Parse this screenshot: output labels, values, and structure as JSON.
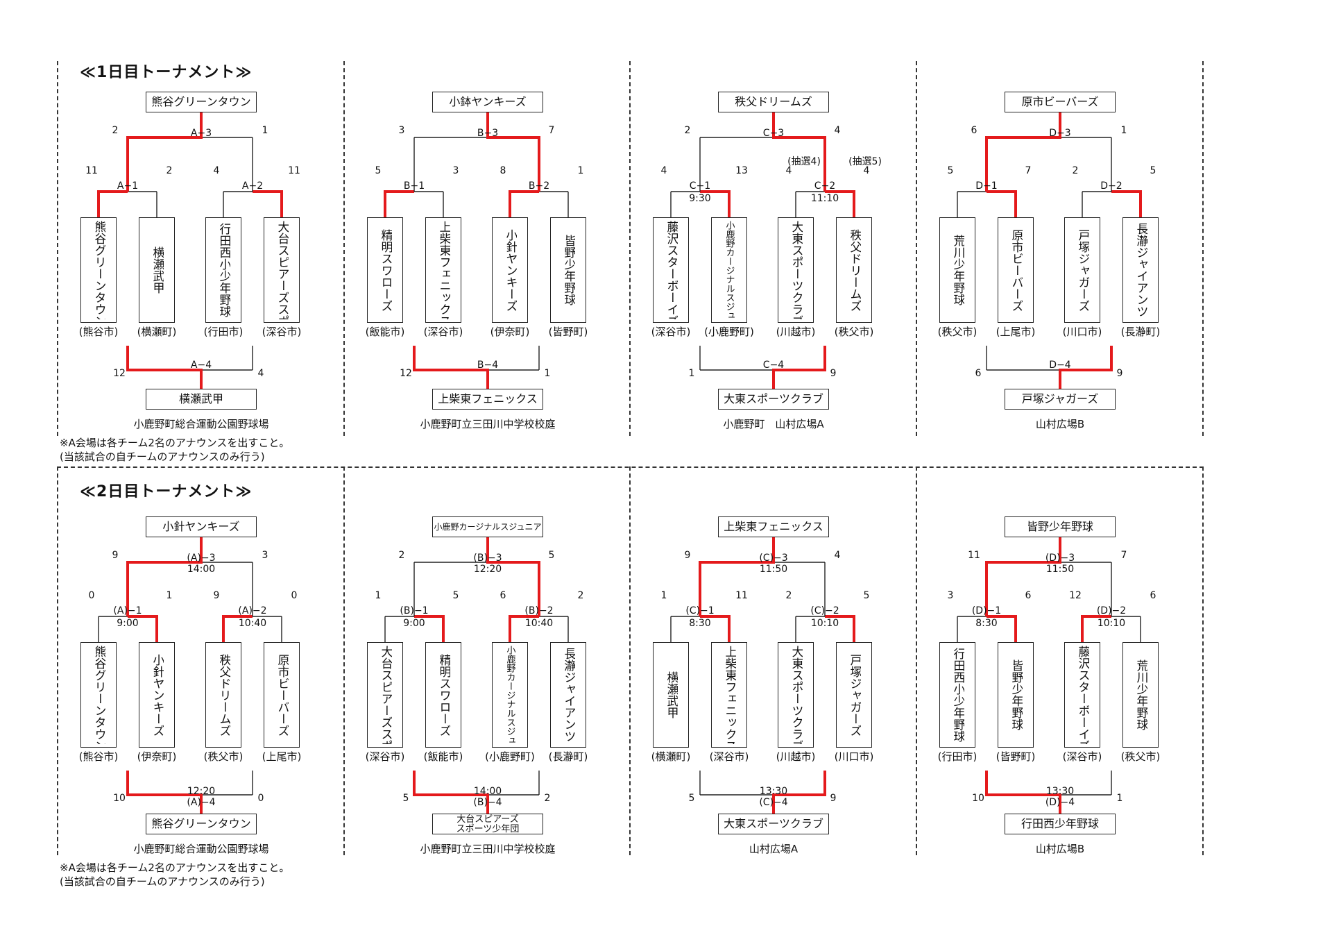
{
  "days": [
    {
      "title": "≪1日目トーナメント≫",
      "note1": "※A会場は各チーム2名のアナウンスを出すこと。",
      "note2": "(当該試合の自チームのアナウンスのみ行う)",
      "panels": [
        {
          "champion": "熊谷グリーンタウン",
          "champ_style": "",
          "venue": "小鹿野町総合運動公園野球場",
          "teams": [
            "熊谷グリーンタウン",
            "横瀬武甲",
            "行田西小少年野球",
            "大台スピアーズスポーツ少年団"
          ],
          "team_small": [
            false,
            false,
            false,
            false
          ],
          "cities": [
            "(熊谷市)",
            "(横瀬町)",
            "(行田市)",
            "(深谷市)"
          ],
          "m1": {
            "label": "A−1",
            "time": "",
            "s": [
              "11",
              "2"
            ],
            "w": 0
          },
          "m2": {
            "label": "A−2",
            "time": "",
            "s": [
              "4",
              "11"
            ],
            "w": 1
          },
          "m3": {
            "label": "A−3",
            "time": "",
            "s": [
              "2",
              "1"
            ],
            "w": 0
          },
          "m4": {
            "label": "A−4",
            "time": "",
            "s": [
              "12",
              "4"
            ],
            "w": 0
          },
          "lottery": [
            "",
            ""
          ],
          "third": "横瀬武甲"
        },
        {
          "champion": "小鉢ヤンキーズ",
          "champ_style": "",
          "venue": "小鹿野町立三田川中学校校庭",
          "teams": [
            "精明スワローズ",
            "上柴東フェニックス",
            "小針ヤンキーズ",
            "皆野少年野球"
          ],
          "team_small": [
            false,
            false,
            false,
            false
          ],
          "cities": [
            "(飯能市)",
            "(深谷市)",
            "(伊奈町)",
            "(皆野町)"
          ],
          "m1": {
            "label": "B−1",
            "time": "",
            "s": [
              "5",
              "3"
            ],
            "w": 0
          },
          "m2": {
            "label": "B−2",
            "time": "",
            "s": [
              "8",
              "1"
            ],
            "w": 0
          },
          "m3": {
            "label": "B−3",
            "time": "",
            "s": [
              "3",
              "7"
            ],
            "w": 1
          },
          "m4": {
            "label": "B−4",
            "time": "",
            "s": [
              "12",
              "1"
            ],
            "w": 0
          },
          "lottery": [
            "",
            ""
          ],
          "third": "上柴東フェニックス"
        },
        {
          "champion": "秩父ドリームズ",
          "champ_style": "",
          "venue": "小鹿野町　山村広場A",
          "teams": [
            "藤沢スターボーイズ",
            "小鹿野カージナルスジュニア",
            "大東スポーツクラブ",
            "秩父ドリームズ"
          ],
          "team_small": [
            false,
            true,
            false,
            false
          ],
          "cities": [
            "(深谷市)",
            "(小鹿野町)",
            "(川越市)",
            "(秩父市)"
          ],
          "m1": {
            "label": "C−1",
            "time": "9:30",
            "s": [
              "4",
              "13"
            ],
            "w": 1
          },
          "m2": {
            "label": "C−2",
            "time": "11:10",
            "s": [
              "4",
              "4"
            ],
            "w": 1
          },
          "m3": {
            "label": "C−3",
            "time": "",
            "s": [
              "2",
              "4"
            ],
            "w": 1
          },
          "m4": {
            "label": "C−4",
            "time": "",
            "s": [
              "1",
              "9"
            ],
            "w": 1
          },
          "lottery": [
            "(抽選4)",
            "(抽選5)"
          ],
          "third": "大東スポーツクラブ"
        },
        {
          "champion": "原市ビーバーズ",
          "champ_style": "",
          "venue": "山村広場B",
          "teams": [
            "荒川少年野球",
            "原市ビーバーズ",
            "戸塚ジャガーズ",
            "長瀞ジャイアンツ"
          ],
          "team_small": [
            false,
            false,
            false,
            false
          ],
          "cities": [
            "(秩父市)",
            "(上尾市)",
            "(川口市)",
            "(長瀞町)"
          ],
          "m1": {
            "label": "D−1",
            "time": "",
            "s": [
              "5",
              "7"
            ],
            "w": 1
          },
          "m2": {
            "label": "D−2",
            "time": "",
            "s": [
              "2",
              "5"
            ],
            "w": 1
          },
          "m3": {
            "label": "D−3",
            "time": "",
            "s": [
              "6",
              "1"
            ],
            "w": 0
          },
          "m4": {
            "label": "D−4",
            "time": "",
            "s": [
              "6",
              "9"
            ],
            "w": 1
          },
          "lottery": [
            "",
            ""
          ],
          "third": "戸塚ジャガーズ"
        }
      ]
    },
    {
      "title": "≪2日目トーナメント≫",
      "note1": "※A会場は各チーム2名のアナウンスを出すこと。",
      "note2": "(当該試合の自チームのアナウンスのみ行う)",
      "panels": [
        {
          "champion": "小針ヤンキーズ",
          "champ_style": "",
          "venue": "小鹿野町総合運動公園野球場",
          "teams": [
            "熊谷グリーンタウン",
            "小針ヤンキーズ",
            "秩父ドリームズ",
            "原市ビーバーズ"
          ],
          "team_small": [
            false,
            false,
            false,
            false
          ],
          "cities": [
            "(熊谷市)",
            "(伊奈町)",
            "(秩父市)",
            "(上尾市)"
          ],
          "m1": {
            "label": "(A)−1",
            "time": "9:00",
            "s": [
              "0",
              "1"
            ],
            "w": 1
          },
          "m2": {
            "label": "(A)−2",
            "time": "10:40",
            "s": [
              "9",
              "0"
            ],
            "w": 0
          },
          "m3": {
            "label": "(A)−3",
            "time": "14:00",
            "s": [
              "9",
              "3"
            ],
            "w": 0
          },
          "m4": {
            "label": "(A)−4",
            "time": "12:20",
            "s": [
              "10",
              "0"
            ],
            "w": 0
          },
          "lottery": [
            "",
            ""
          ],
          "third": "熊谷グリーンタウン"
        },
        {
          "champion": "小鹿野カージナルスジュニア",
          "champ_style": "small",
          "venue": "小鹿野町立三田川中学校校庭",
          "teams": [
            "大台スピアーズスポーツ少年団",
            "精明スワローズ",
            "小鹿野カージナルスジュニア",
            "長瀞ジャイアンツ"
          ],
          "team_small": [
            false,
            false,
            true,
            false
          ],
          "cities": [
            "(深谷市)",
            "(飯能市)",
            "(小鹿野町)",
            "(長瀞町)"
          ],
          "m1": {
            "label": "(B)−1",
            "time": "9:00",
            "s": [
              "1",
              "5"
            ],
            "w": 1
          },
          "m2": {
            "label": "(B)−2",
            "time": "10:40",
            "s": [
              "6",
              "2"
            ],
            "w": 0
          },
          "m3": {
            "label": "(B)−3",
            "time": "12:20",
            "s": [
              "2",
              "5"
            ],
            "w": 1
          },
          "m4": {
            "label": "(B)−4",
            "time": "14:00",
            "s": [
              "5",
              "2"
            ],
            "w": 0
          },
          "lottery": [
            "",
            ""
          ],
          "third": "大台スピアーズ\nスポーツ少年団"
        },
        {
          "champion": "上柴東フェニックス",
          "champ_style": "",
          "venue": "山村広場A",
          "teams": [
            "横瀬武甲",
            "上柴東フェニックス",
            "大東スポーツクラブ",
            "戸塚ジャガーズ"
          ],
          "team_small": [
            false,
            false,
            false,
            false
          ],
          "cities": [
            "(横瀬町)",
            "(深谷市)",
            "(川越市)",
            "(川口市)"
          ],
          "m1": {
            "label": "(C)−1",
            "time": "8:30",
            "s": [
              "1",
              "11"
            ],
            "w": 1
          },
          "m2": {
            "label": "(C)−2",
            "time": "10:10",
            "s": [
              "2",
              "5"
            ],
            "w": 1
          },
          "m3": {
            "label": "(C)−3",
            "time": "11:50",
            "s": [
              "9",
              "4"
            ],
            "w": 0
          },
          "m4": {
            "label": "(C)−4",
            "time": "13:30",
            "s": [
              "5",
              "9"
            ],
            "w": 1
          },
          "lottery": [
            "",
            ""
          ],
          "third": "大東スポーツクラブ"
        },
        {
          "champion": "皆野少年野球",
          "champ_style": "",
          "venue": "山村広場B",
          "teams": [
            "行田西小少年野球",
            "皆野少年野球",
            "藤沢スターボーイズ",
            "荒川少年野球"
          ],
          "team_small": [
            false,
            false,
            false,
            false
          ],
          "cities": [
            "(行田市)",
            "(皆野町)",
            "(深谷市)",
            "(秩父市)"
          ],
          "m1": {
            "label": "(D)−1",
            "time": "8:30",
            "s": [
              "3",
              "6"
            ],
            "w": 1
          },
          "m2": {
            "label": "(D)−2",
            "time": "10:10",
            "s": [
              "12",
              "6"
            ],
            "w": 0
          },
          "m3": {
            "label": "(D)−3",
            "time": "11:50",
            "s": [
              "11",
              "7"
            ],
            "w": 0
          },
          "m4": {
            "label": "(D)−4",
            "time": "13:30",
            "s": [
              "10",
              "1"
            ],
            "w": 0
          },
          "lottery": [
            "",
            ""
          ],
          "third": "行田西少年野球"
        }
      ]
    }
  ]
}
